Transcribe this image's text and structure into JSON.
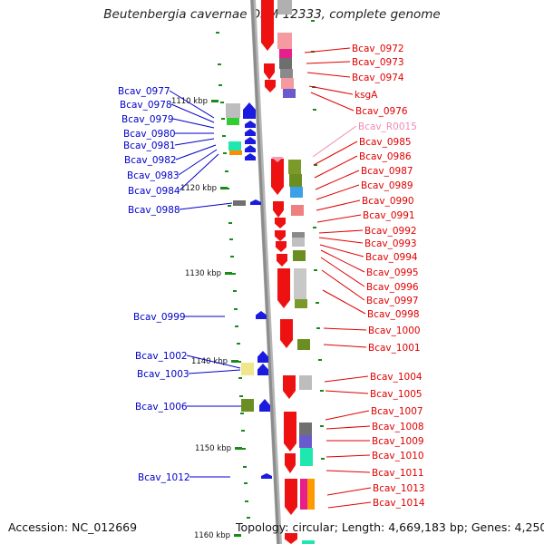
{
  "title": "Beutenbergia cavernae DSM 12333, complete genome",
  "footer": {
    "accession": "Accession: NC_012669",
    "summary": "Topology: circular; Length: 4,669,183 bp; Genes: 4,250"
  },
  "colors": {
    "forward_label": "#e00000",
    "reverse_label": "#0000c8",
    "rna_label": "#f08cb4",
    "tick": "#1a8a1a",
    "backbone": "#8c8c8c"
  },
  "kbp_marks": [
    "1110 kbp",
    "1120 kbp",
    "1130 kbp",
    "1140 kbp",
    "1150 kbp",
    "1160 kbp"
  ],
  "left_labels": [
    "Bcav_0977",
    "Bcav_0978",
    "Bcav_0979",
    "Bcav_0980",
    "Bcav_0981",
    "Bcav_0982",
    "Bcav_0983",
    "Bcav_0984",
    "Bcav_0988",
    "Bcav_0999",
    "Bcav_1002",
    "Bcav_1003",
    "Bcav_1006",
    "Bcav_1012"
  ],
  "right_labels": [
    "Bcav_0972",
    "Bcav_0973",
    "Bcav_0974",
    "ksgA",
    "Bcav_0976",
    "Bcav_R0015",
    "Bcav_0985",
    "Bcav_0986",
    "Bcav_0987",
    "Bcav_0989",
    "Bcav_0990",
    "Bcav_0991",
    "Bcav_0992",
    "Bcav_0993",
    "Bcav_0994",
    "Bcav_0995",
    "Bcav_0996",
    "Bcav_0997",
    "Bcav_0998",
    "Bcav_1000",
    "Bcav_1001",
    "Bcav_1004",
    "Bcav_1005",
    "Bcav_1007",
    "Bcav_1008",
    "Bcav_1009",
    "Bcav_1010",
    "Bcav_1011",
    "Bcav_1013",
    "Bcav_1014"
  ],
  "rna_labels": [
    "Bcav_R0015"
  ]
}
